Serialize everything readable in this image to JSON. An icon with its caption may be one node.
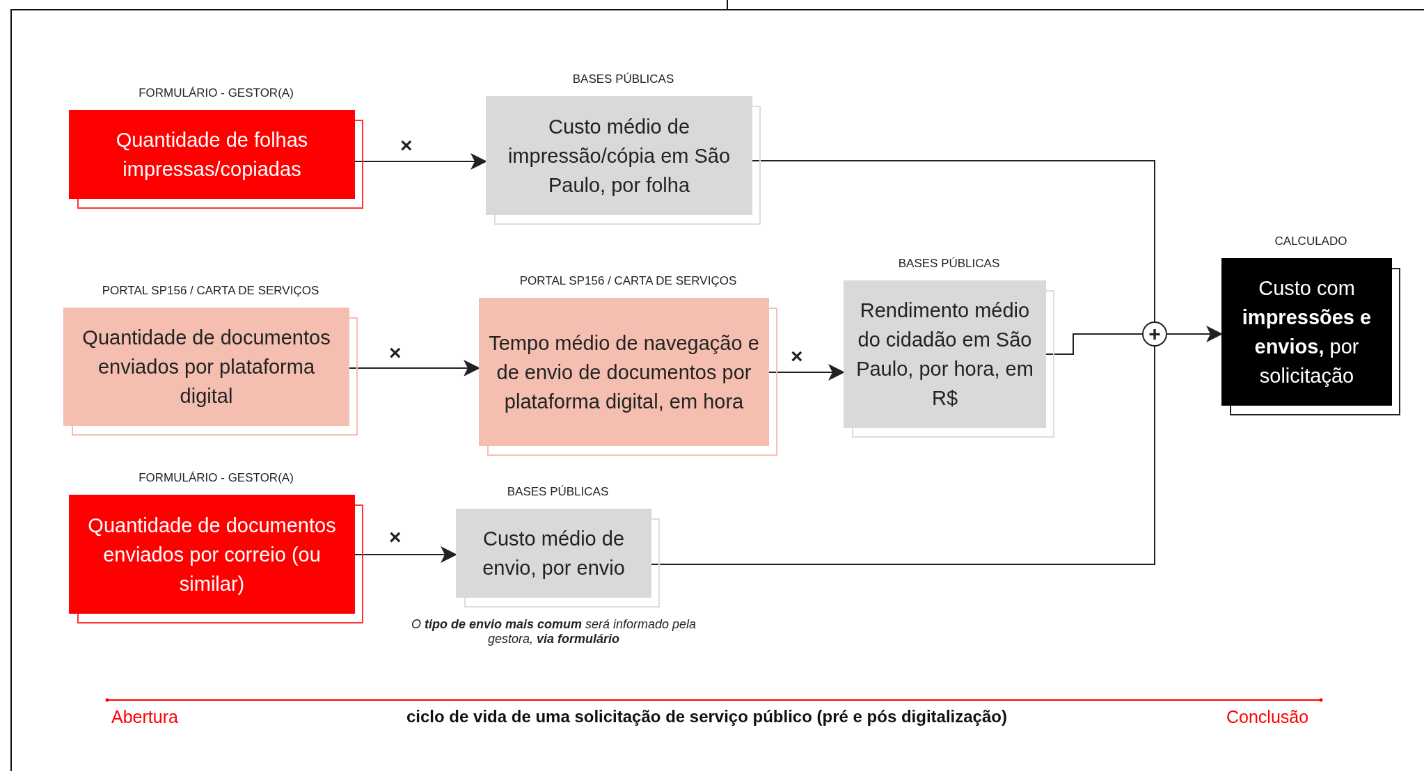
{
  "diagram": {
    "nodes": [
      {
        "text": [
          "FORMULÁRIO - GESTOR(A)",
          "Quantidade de folhas impressas/copiadas"
        ]
      },
      {
        "text": [
          "BASES PÚBLICAS",
          "Custo médio de impressão/cópia em São Paulo, por folha"
        ]
      },
      {
        "text": [
          "PORTAL SP156 / CARTA DE SERVIÇOS",
          "Quantidade de documentos enviados por plataforma digital"
        ]
      },
      {
        "text": [
          "PORTAL SP156 / CARTA DE SERVIÇOS",
          "Tempo médio de navegação e de envio de documentos por plataforma digital, em hora"
        ]
      },
      {
        "text": [
          "BASES PÚBLICAS",
          "Rendimento médio do cidadão em São Paulo, por hora, em R$"
        ]
      },
      {
        "text": [
          "FORMULÁRIO - GESTOR(A)",
          "Quantidade de documentos enviados por correio (ou similar)"
        ]
      },
      {
        "text": [
          "BASES PÚBLICAS",
          "Custo médio de envio, por envio"
        ],
        "beside": [
          "O **tipo de envio mais comum** será informado pela gestora, **via formulário**"
        ]
      },
      {
        "text": [
          "+"
        ]
      },
      {
        "text": [
          "CALCULADO",
          "Custo com **impressões e envios,** por solicitação"
        ]
      }
    ],
    "edges": [
      {
        "from": 0,
        "to": 1,
        "arrow": "to",
        "label": "×"
      },
      {
        "from": 2,
        "to": 3,
        "arrow": "to",
        "label": "×"
      },
      {
        "from": 3,
        "to": 4,
        "arrow": "to",
        "label": "×"
      },
      {
        "from": 5,
        "to": 6,
        "arrow": "to",
        "label": "×"
      },
      {
        "from": 1,
        "to": 7,
        "arrow": "none"
      },
      {
        "from": 4,
        "to": 7,
        "arrow": "none"
      },
      {
        "from": 6,
        "to": 7,
        "arrow": "none"
      },
      {
        "from": 7,
        "to": 8,
        "arrow": "to"
      }
    ],
    "labels": [
      "Abertura",
      "ciclo de vida de uma solicitação de serviço público (pré e pós digitalização)",
      "Conclusão"
    ]
  }
}
